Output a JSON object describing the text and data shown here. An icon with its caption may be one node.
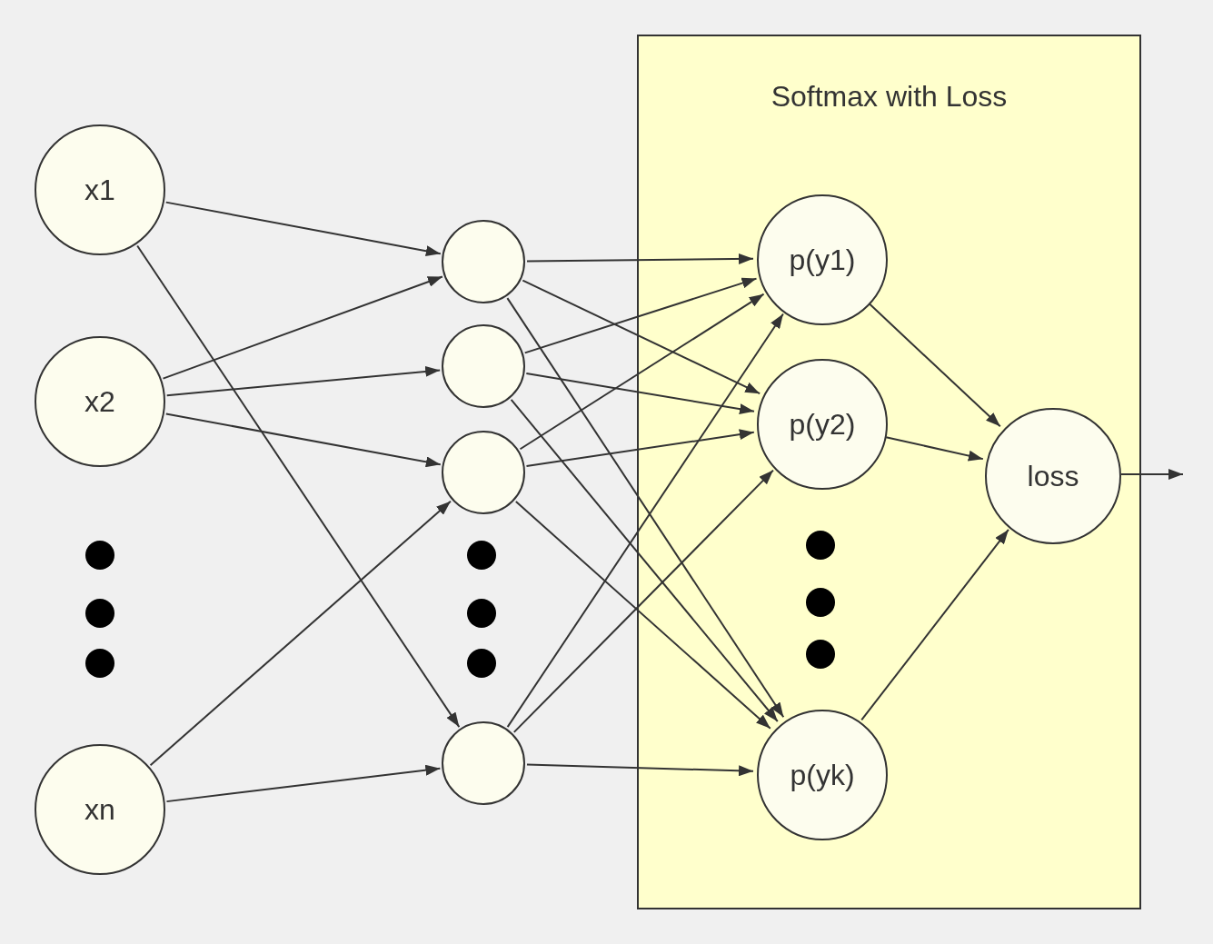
{
  "diagram": {
    "nodes": [
      {
        "text": [
          "x1"
        ]
      },
      {
        "text": [
          "x2"
        ]
      },
      {
        "text": [
          "xn"
        ]
      },
      {
        "text": [],
        "shape": "circle"
      },
      {
        "text": [],
        "shape": "circle"
      },
      {
        "text": [],
        "shape": "circle"
      },
      {
        "text": [],
        "shape": "circle"
      },
      {
        "text": [
          "Softmax with Loss"
        ]
      },
      {
        "text": [
          "p(y1)"
        ],
        "in": 7
      },
      {
        "text": [
          "p(y2)"
        ],
        "in": 7
      },
      {
        "text": [
          "p(yk)"
        ],
        "in": 7
      },
      {
        "text": [
          "loss"
        ],
        "in": 7
      }
    ],
    "edges": [
      {
        "from": 0,
        "to": 3,
        "arrow": "to"
      },
      {
        "from": 0,
        "to": 6,
        "arrow": "to"
      },
      {
        "from": 1,
        "to": 3,
        "arrow": "to"
      },
      {
        "from": 1,
        "to": 4,
        "arrow": "to"
      },
      {
        "from": 1,
        "to": 5,
        "arrow": "to"
      },
      {
        "from": 2,
        "to": 5,
        "arrow": "to"
      },
      {
        "from": 2,
        "to": 6,
        "arrow": "to"
      },
      {
        "from": 3,
        "to": 8,
        "arrow": "to"
      },
      {
        "from": 3,
        "to": 9,
        "arrow": "to"
      },
      {
        "from": 3,
        "to": 10,
        "arrow": "to"
      },
      {
        "from": 4,
        "to": 8,
        "arrow": "to"
      },
      {
        "from": 4,
        "to": 9,
        "arrow": "to"
      },
      {
        "from": 4,
        "to": 10,
        "arrow": "to"
      },
      {
        "from": 5,
        "to": 8,
        "arrow": "to"
      },
      {
        "from": 5,
        "to": 9,
        "arrow": "to"
      },
      {
        "from": 5,
        "to": 10,
        "arrow": "to"
      },
      {
        "from": 6,
        "to": 8,
        "arrow": "to"
      },
      {
        "from": 6,
        "to": 9,
        "arrow": "to"
      },
      {
        "from": 6,
        "to": 10,
        "arrow": "to"
      },
      {
        "from": 8,
        "to": 11,
        "arrow": "to"
      },
      {
        "from": 9,
        "to": 11,
        "arrow": "to"
      },
      {
        "from": 10,
        "to": 11,
        "arrow": "to"
      },
      {
        "from": 11,
        "to": null,
        "arrow": "to"
      }
    ]
  }
}
